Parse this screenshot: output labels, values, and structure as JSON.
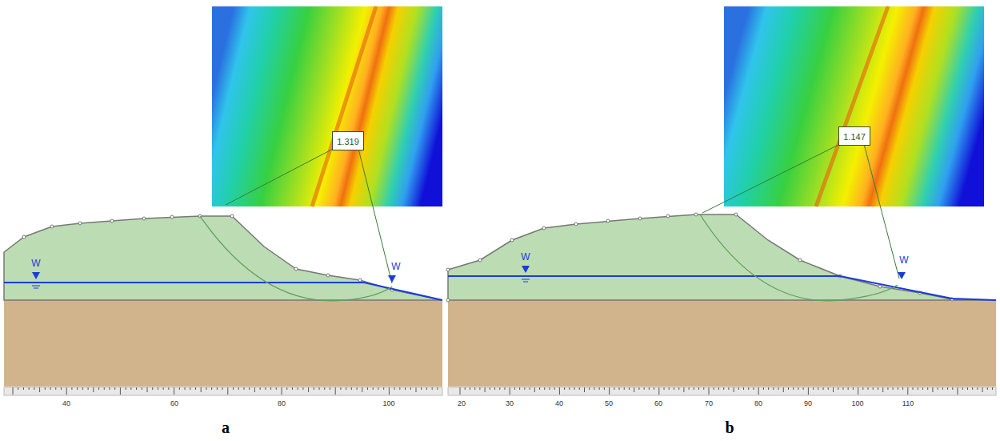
{
  "diagram": {
    "nodes": [
      {
        "text": [
          "1.319"
        ]
      },
      {
        "text": [
          "1.147"
        ]
      }
    ],
    "labels": [
      "W",
      "W",
      "40",
      "60",
      "80",
      "100",
      "W",
      "W",
      "20",
      "30",
      "40",
      "50",
      "60",
      "70",
      "80",
      "90",
      "100",
      "110",
      "a",
      "b"
    ]
  }
}
